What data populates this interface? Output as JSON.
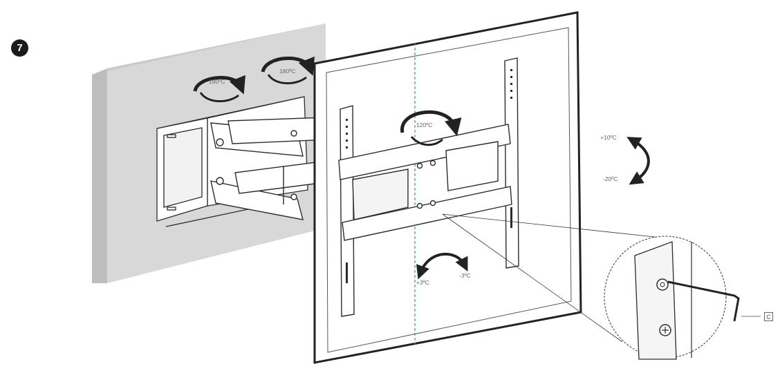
{
  "step": {
    "number": "7"
  },
  "annotations": {
    "swivel_wall_left": "180ºC",
    "swivel_wall_right": "180ºC",
    "rotate_center": "120ºC",
    "tilt_up": "+10ºC",
    "tilt_down": "-20ºC",
    "level_plus": "+3ºC",
    "level_minus": "-3ºC"
  },
  "callout": {
    "label": "C"
  },
  "colors": {
    "wall": "#d8d8d8",
    "wall_side": "#a9a9a9",
    "stroke": "#2b2b2b",
    "center_line": "#2a8fc8"
  }
}
